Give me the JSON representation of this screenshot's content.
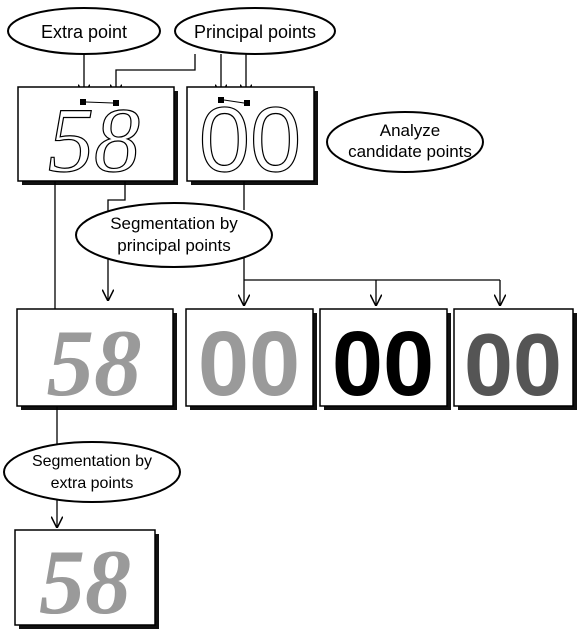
{
  "labels": {
    "extra_point": "Extra point",
    "principal_points": "Principal points",
    "analyze_line1": "Analyze",
    "analyze_line2": "candidate points",
    "seg_principal_line1": "Segmentation by",
    "seg_principal_line2": "principal points",
    "seg_extra_line1": "Segmentation by",
    "seg_extra_line2": "extra points"
  },
  "digits": {
    "input_left": "58",
    "input_right": "00",
    "result_58": "58",
    "result_00_a": "00",
    "result_00_b": "00",
    "result_00_c": "00",
    "final_58": "58"
  },
  "colors": {
    "stroke": "#000000",
    "panel_fill": "#ffffff",
    "shadow": "#111111",
    "light_ink": "#9a9a9a",
    "dark_ink": "#000000"
  }
}
